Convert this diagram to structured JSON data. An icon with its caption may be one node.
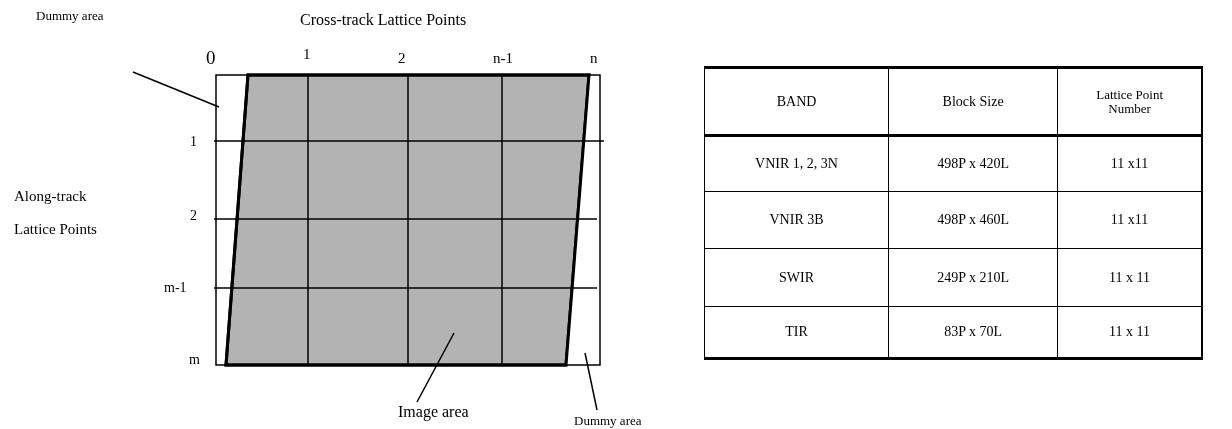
{
  "diagram": {
    "nodes": [
      {
        "text": [
          "Dummy area"
        ]
      },
      {
        "text": [],
        "shape": "polygon"
      },
      {
        "text": [
          "Image area"
        ]
      },
      {
        "text": [],
        "shape": "parallelogram"
      },
      {
        "text": [
          "Dummy area"
        ]
      },
      {
        "text": [],
        "shape": "polygon"
      }
    ],
    "edges": [
      {
        "from": 0,
        "to": 1,
        "arrow": "none"
      },
      {
        "from": 2,
        "to": 3,
        "arrow": "none"
      },
      {
        "from": 4,
        "to": 5,
        "arrow": "none"
      }
    ],
    "labels": [
      "Cross-track Lattice Points",
      "0",
      "1",
      "2",
      "n-1",
      "n",
      "1",
      "2",
      "m-1",
      "m",
      "Along-track Lattice Points",
      "BAND",
      "Block Size",
      "Lattice Point Number",
      "VNIR 1, 2, 3N",
      "498P x 420L",
      "11  x11",
      "VNIR 3B",
      "498P x 460L",
      "11  x11",
      "SWIR",
      "249P x 210L",
      "11 x 11",
      "TIR",
      "83P x 70L",
      "11 x 11"
    ]
  }
}
